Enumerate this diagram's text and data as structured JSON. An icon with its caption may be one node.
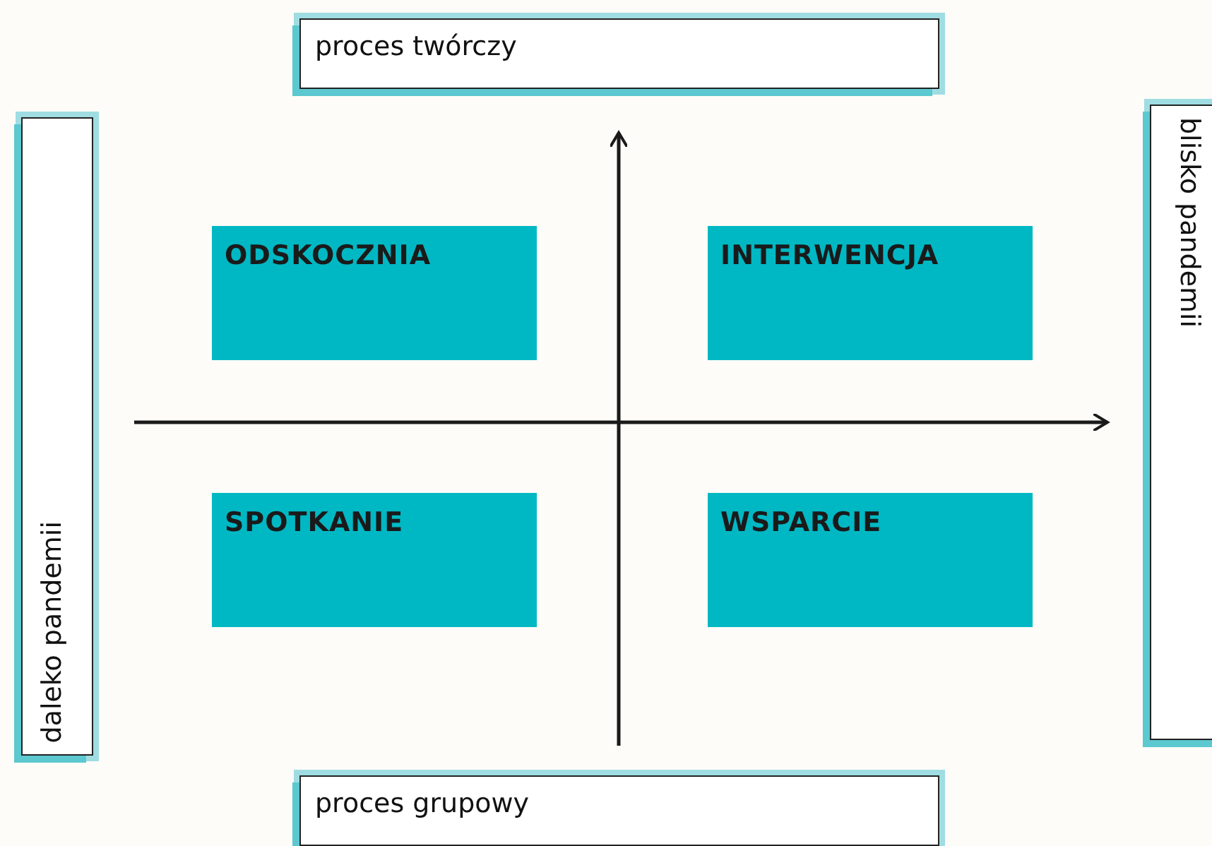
{
  "diagram": {
    "nodes": [
      {
        "text": [
          "proces twórczy"
        ]
      },
      {
        "text": [
          "daleko pandemii"
        ]
      },
      {
        "text": [
          "ODSKOCZNIA"
        ]
      },
      {
        "text": [
          "INTERWENCJA"
        ]
      },
      {
        "text": [
          "SPOTKANIE"
        ]
      },
      {
        "text": [
          "WSPARCIE"
        ]
      },
      {
        "text": [
          "blisko pandemii"
        ]
      },
      {
        "text": [
          "proces grupowy"
        ]
      }
    ]
  }
}
